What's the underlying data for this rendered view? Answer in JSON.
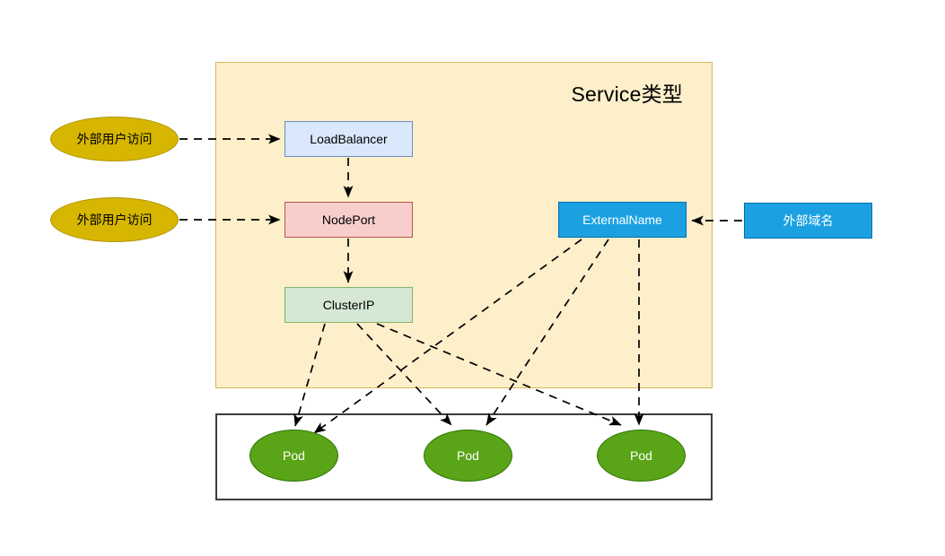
{
  "diagram": {
    "title_note": "Kubernetes Service types diagram",
    "service_container": {
      "label": "Service类型",
      "fill": "#FCEFCA",
      "stroke": "#D6B656"
    },
    "pod_container": {
      "stroke": "#3C3C3C",
      "fill": "#FFFFFF"
    },
    "nodes": {
      "external_user_1": {
        "label": "外部用户访问",
        "shape": "ellipse",
        "fill": "#D6B600",
        "stroke": "#B09500",
        "text_color": "#000000"
      },
      "external_user_2": {
        "label": "外部用户访问",
        "shape": "ellipse",
        "fill": "#D6B600",
        "stroke": "#B09500",
        "text_color": "#000000"
      },
      "load_balancer": {
        "label": "LoadBalancer",
        "shape": "rect",
        "fill": "#DAE8FC",
        "stroke": "#6C8EBF",
        "text_color": "#000000"
      },
      "node_port": {
        "label": "NodePort",
        "shape": "rect",
        "fill": "#F8CECC",
        "stroke": "#B85450",
        "text_color": "#000000"
      },
      "cluster_ip": {
        "label": "ClusterIP",
        "shape": "rect",
        "fill": "#D5E8D4",
        "stroke": "#82B366",
        "text_color": "#000000"
      },
      "external_name": {
        "label": "ExternalName",
        "shape": "rect",
        "fill": "#1BA1E2",
        "stroke": "#006EAF",
        "text_color": "#FFFFFF"
      },
      "external_domain": {
        "label": "外部域名",
        "shape": "rect",
        "fill": "#1BA1E2",
        "stroke": "#006EAF",
        "text_color": "#FFFFFF"
      },
      "pod_1": {
        "label": "Pod",
        "shape": "ellipse",
        "fill": "#5AA417",
        "stroke": "#2D7600",
        "text_color": "#FFFFFF"
      },
      "pod_2": {
        "label": "Pod",
        "shape": "ellipse",
        "fill": "#5AA417",
        "stroke": "#2D7600",
        "text_color": "#FFFFFF"
      },
      "pod_3": {
        "label": "Pod",
        "shape": "ellipse",
        "fill": "#5AA417",
        "stroke": "#2D7600",
        "text_color": "#FFFFFF"
      }
    },
    "edges": [
      {
        "from": "external_user_1",
        "to": "load_balancer",
        "style": "dashed",
        "arrow": "end"
      },
      {
        "from": "external_user_2",
        "to": "node_port",
        "style": "dashed",
        "arrow": "end"
      },
      {
        "from": "load_balancer",
        "to": "node_port",
        "style": "dashed",
        "arrow": "end"
      },
      {
        "from": "node_port",
        "to": "cluster_ip",
        "style": "dashed",
        "arrow": "end"
      },
      {
        "from": "external_domain",
        "to": "external_name",
        "style": "dashed",
        "arrow": "end"
      },
      {
        "from": "cluster_ip",
        "to": "pod_1",
        "style": "dashed",
        "arrow": "end"
      },
      {
        "from": "cluster_ip",
        "to": "pod_2",
        "style": "dashed",
        "arrow": "end"
      },
      {
        "from": "cluster_ip",
        "to": "pod_3",
        "style": "dashed",
        "arrow": "end"
      },
      {
        "from": "external_name",
        "to": "pod_1",
        "style": "dashed",
        "arrow": "end"
      },
      {
        "from": "external_name",
        "to": "pod_2",
        "style": "dashed",
        "arrow": "end"
      },
      {
        "from": "external_name",
        "to": "pod_3",
        "style": "dashed",
        "arrow": "end"
      }
    ],
    "edge_color": "#000000"
  }
}
